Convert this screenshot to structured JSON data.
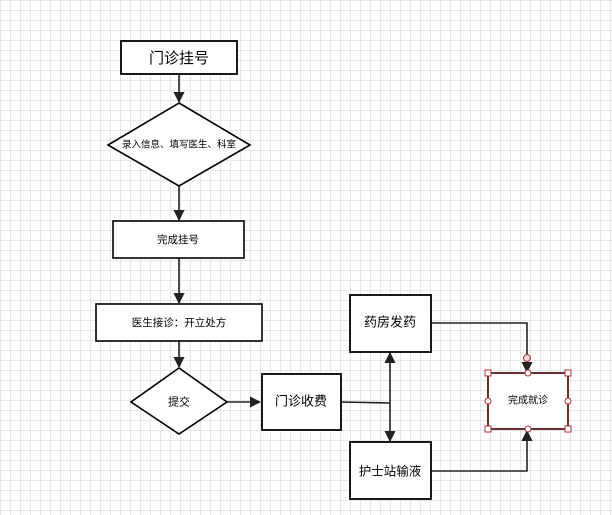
{
  "nodes": {
    "registration": "门诊挂号",
    "enter_info": "录入信息、填写医生、科室",
    "finish_registration": "完成挂号",
    "doctor_visit": "医生接诊：开立处方",
    "submit": "提交",
    "billing": "门诊收费",
    "pharmacy": "药房发药",
    "nurse_station": "护士站输液",
    "finish_visit": "完成就诊"
  }
}
